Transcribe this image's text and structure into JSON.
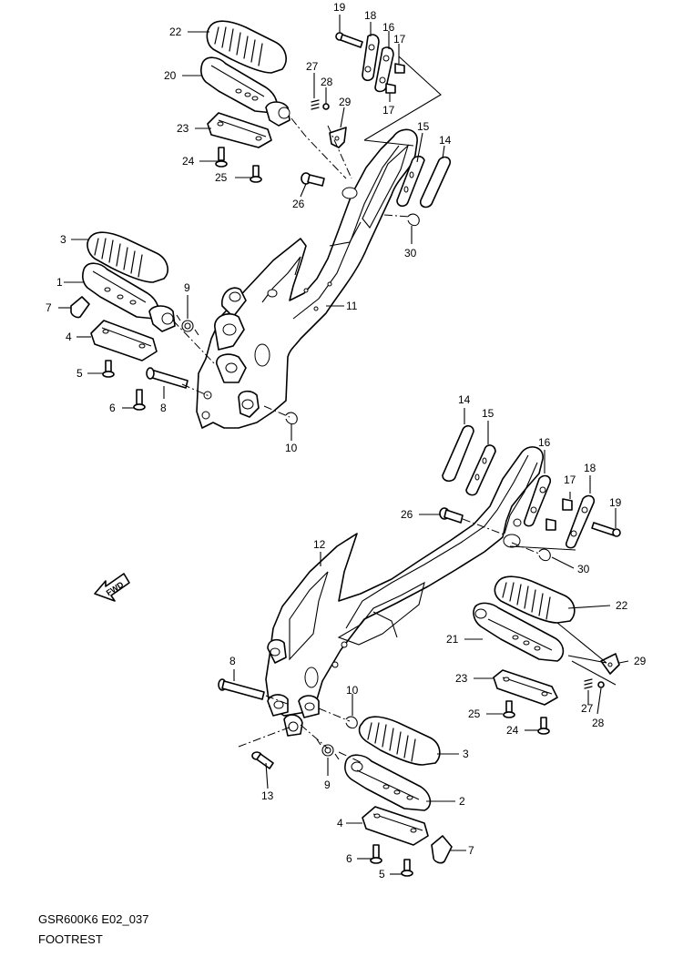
{
  "caption": {
    "model_code": "GSR600K6 E02_037",
    "title": "FOOTREST"
  },
  "fwd_label": "FWD",
  "callouts": [
    {
      "id": "c-22a",
      "label": "22"
    },
    {
      "id": "c-20",
      "label": "20"
    },
    {
      "id": "c-23a",
      "label": "23"
    },
    {
      "id": "c-24a",
      "label": "24"
    },
    {
      "id": "c-25a",
      "label": "25"
    },
    {
      "id": "c-19a",
      "label": "19"
    },
    {
      "id": "c-18a",
      "label": "18"
    },
    {
      "id": "c-16a",
      "label": "16"
    },
    {
      "id": "c-17a",
      "label": "17"
    },
    {
      "id": "c-17b",
      "label": "17"
    },
    {
      "id": "c-27a",
      "label": "27"
    },
    {
      "id": "c-28a",
      "label": "28"
    },
    {
      "id": "c-29a",
      "label": "29"
    },
    {
      "id": "c-15a",
      "label": "15"
    },
    {
      "id": "c-14a",
      "label": "14"
    },
    {
      "id": "c-26a",
      "label": "26"
    },
    {
      "id": "c-30a",
      "label": "30"
    },
    {
      "id": "c-3a",
      "label": "3"
    },
    {
      "id": "c-1",
      "label": "1"
    },
    {
      "id": "c-7a",
      "label": "7"
    },
    {
      "id": "c-9a",
      "label": "9"
    },
    {
      "id": "c-11",
      "label": "11"
    },
    {
      "id": "c-4a",
      "label": "4"
    },
    {
      "id": "c-5a",
      "label": "5"
    },
    {
      "id": "c-6a",
      "label": "6"
    },
    {
      "id": "c-8a",
      "label": "8"
    },
    {
      "id": "c-10a",
      "label": "10"
    },
    {
      "id": "c-14b",
      "label": "14"
    },
    {
      "id": "c-15b",
      "label": "15"
    },
    {
      "id": "c-16b",
      "label": "16"
    },
    {
      "id": "c-18b",
      "label": "18"
    },
    {
      "id": "c-17c",
      "label": "17"
    },
    {
      "id": "c-19b",
      "label": "19"
    },
    {
      "id": "c-26b",
      "label": "26"
    },
    {
      "id": "c-30b",
      "label": "30"
    },
    {
      "id": "c-12",
      "label": "12"
    },
    {
      "id": "c-22b",
      "label": "22"
    },
    {
      "id": "c-21",
      "label": "21"
    },
    {
      "id": "c-29b",
      "label": "29"
    },
    {
      "id": "c-8b",
      "label": "8"
    },
    {
      "id": "c-23b",
      "label": "23"
    },
    {
      "id": "c-10b",
      "label": "10"
    },
    {
      "id": "c-27b",
      "label": "27"
    },
    {
      "id": "c-25b",
      "label": "25"
    },
    {
      "id": "c-28b",
      "label": "28"
    },
    {
      "id": "c-24b",
      "label": "24"
    },
    {
      "id": "c-3b",
      "label": "3"
    },
    {
      "id": "c-13",
      "label": "13"
    },
    {
      "id": "c-9b",
      "label": "9"
    },
    {
      "id": "c-2",
      "label": "2"
    },
    {
      "id": "c-4b",
      "label": "4"
    },
    {
      "id": "c-7b",
      "label": "7"
    },
    {
      "id": "c-6b",
      "label": "6"
    },
    {
      "id": "c-5b",
      "label": "5"
    }
  ]
}
